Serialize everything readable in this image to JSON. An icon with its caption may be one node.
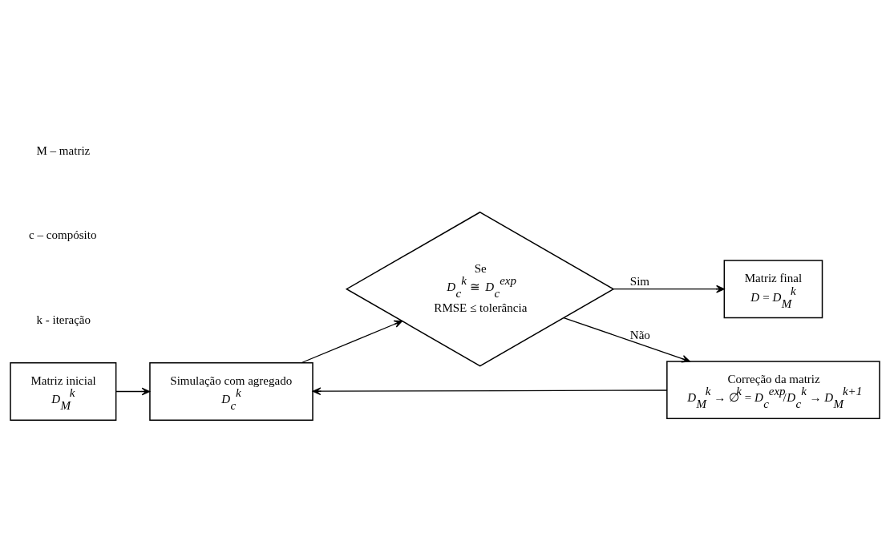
{
  "diagram": {
    "nodes": [
      {
        "text": [
          "Matriz inicial",
          "*D*$_{M}$$^{k}$"
        ]
      },
      {
        "text": [
          "Simulação com agregado",
          "*D*$_{c}$$^{k}$"
        ]
      },
      {
        "text": [
          "Se",
          "*D*$_{c}$$^{k}$ ≅ *D*$_{c}$$^{exp}$",
          "RMSE ≤ tolerância"
        ]
      },
      {
        "text": [
          "Matriz final",
          "*D* = *D*$_{M}$$^{k}$"
        ]
      },
      {
        "text": [
          "Correção da matriz",
          "*D*$_{M}$$^{k}$ → ∅$^{k}$ = *D*$_{c}$$^{exp}$/*D*$_{c}$$^{k}$ → *D*$_{M}$$^{k+1}$"
        ]
      }
    ],
    "edges": [
      {
        "from": 0,
        "to": 1,
        "arrow": "to"
      },
      {
        "from": 1,
        "to": 2,
        "arrow": "to"
      },
      {
        "from": 2,
        "to": 3,
        "arrow": "to",
        "label": "Sim"
      },
      {
        "from": 2,
        "to": 4,
        "arrow": "to",
        "label": "Não"
      },
      {
        "from": 4,
        "to": 1,
        "arrow": "to"
      }
    ],
    "labels": [
      "M – matriz",
      "c – compósito",
      "k - iteração"
    ]
  }
}
